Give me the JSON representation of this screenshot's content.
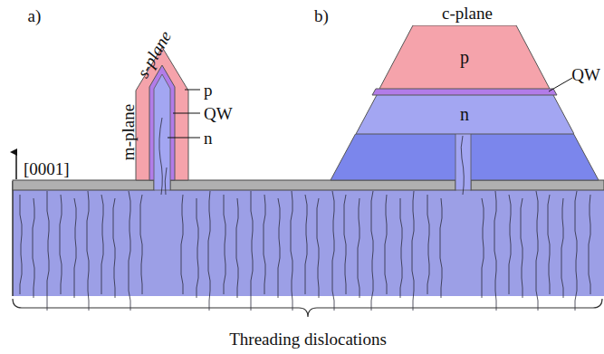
{
  "diagram": {
    "nodes": [
      {
        "text": [
          "p"
        ]
      },
      {
        "text": [
          "n"
        ]
      }
    ],
    "labels": [
      "a)",
      "b)",
      "c-plane",
      "s-plane",
      "m-plane",
      "p",
      "QW",
      "n",
      "QW",
      "[0001]",
      "Threading dislocations"
    ]
  }
}
